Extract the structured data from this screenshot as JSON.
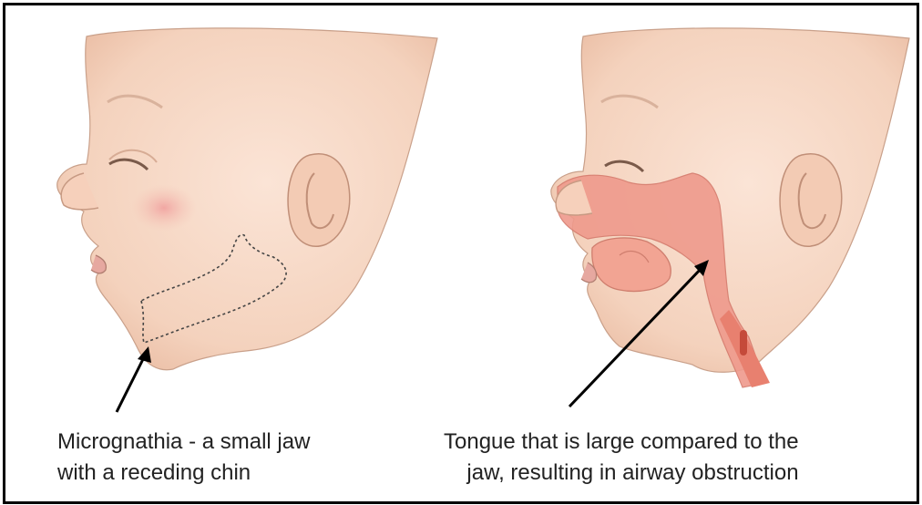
{
  "left_panel": {
    "caption_line1": "Micrognathia -  a small jaw",
    "caption_line2": "with a receding chin"
  },
  "right_panel": {
    "caption_line1": "Tongue that is large compared to the",
    "caption_line2": "jaw, resulting in airway obstruction"
  },
  "colors": {
    "skin": "#f6d7c3",
    "skin_shadow": "#e9bfa6",
    "outline": "#b48a74",
    "airway": "#ef9a8c",
    "cheek": "#f2a3a3",
    "arrow": "#000000"
  },
  "icons": [
    "infant-head-profile-left",
    "infant-head-profile-right",
    "arrow-left",
    "arrow-right"
  ]
}
